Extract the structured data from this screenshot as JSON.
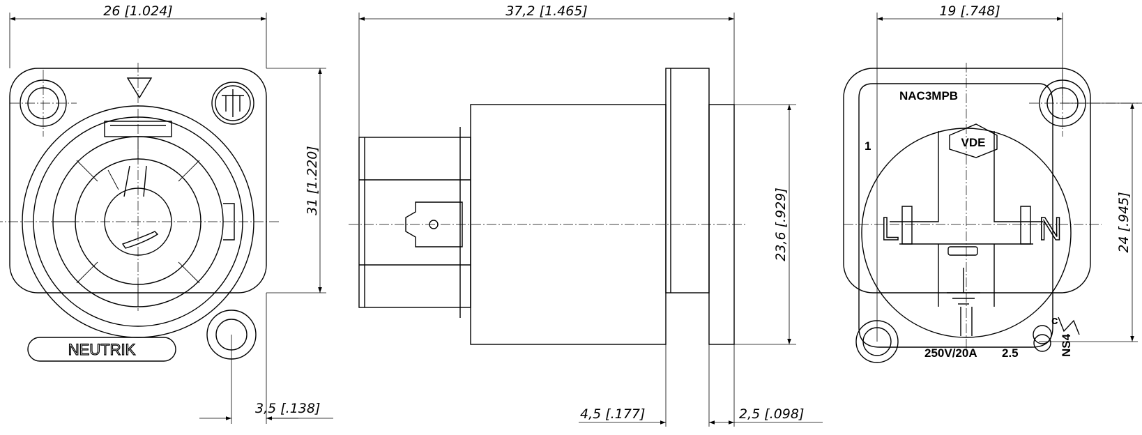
{
  "dimensions": {
    "front_width": "26 [1.024]",
    "front_height": "31 [1.220]",
    "front_hole_offset": "3,5 [.138]",
    "side_length": "37,2 [1.465]",
    "side_body_height": "23,6 [.929]",
    "side_flange_thickness": "4,5 [.177]",
    "side_flange_offset": "2,5 [.098]",
    "rear_hole_spacing": "19 [.748]",
    "rear_height": "24 [.945]"
  },
  "front_view": {
    "brand": "NEUTRIK"
  },
  "rear_view": {
    "model": "NAC3MPB",
    "pin_1": "1",
    "certification": "VDE",
    "live": "L",
    "neutral": "N",
    "rating": "250V/20A",
    "rating_extra": "2.5",
    "ul_mark": "c",
    "ns_mark": "NS4"
  }
}
